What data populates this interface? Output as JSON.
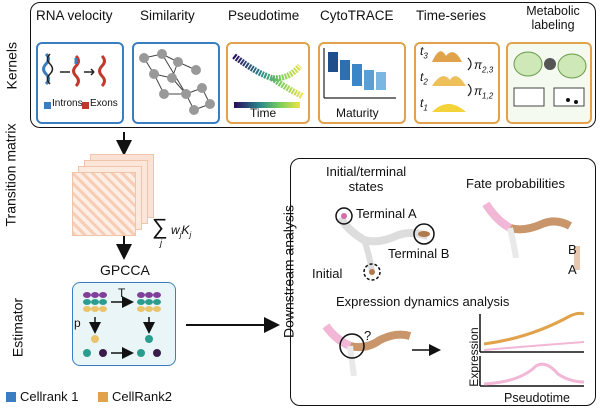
{
  "sections": {
    "kernels": "Kernels",
    "transition_matrix": "Transition matrix",
    "estimator": "Estimator",
    "downstream": "Downstream analysis"
  },
  "kernels": [
    {
      "title": "RNA velocity",
      "legend": [
        "Introns",
        "Exons"
      ]
    },
    {
      "title": "Similarity"
    },
    {
      "title": "Pseudotime",
      "axis": "Time"
    },
    {
      "title": "CytoTRACE",
      "axis": "Maturity"
    },
    {
      "title": "Time-series",
      "labels": [
        "t3",
        "t2",
        "t1"
      ],
      "transitions": [
        "π2,3",
        "π1,2"
      ]
    },
    {
      "title": "Metabolic labeling"
    }
  ],
  "transition": {
    "formula": "∑ wjKj",
    "sum_index": "j"
  },
  "estimator": {
    "name": "GPCCA",
    "T": "T",
    "p": "p"
  },
  "downstream": {
    "initial_terminal": "Initial/terminal states",
    "terminal_a": "Terminal A",
    "terminal_b": "Terminal B",
    "initial": "Initial",
    "fate": "Fate probabilities",
    "fate_b": "B",
    "fate_a": "A",
    "expr_title": "Expression dynamics analysis",
    "question": "?",
    "ylabel": "Expression",
    "xlabel": "Pseudotime"
  },
  "legend": [
    {
      "label": "Cellrank 1",
      "color": "#3a7ec1"
    },
    {
      "label": "CellRank2",
      "color": "#e0a24a"
    }
  ],
  "colors": {
    "blue": "#3a7ec1",
    "orange": "#e0a24a",
    "red": "#c0392b"
  }
}
